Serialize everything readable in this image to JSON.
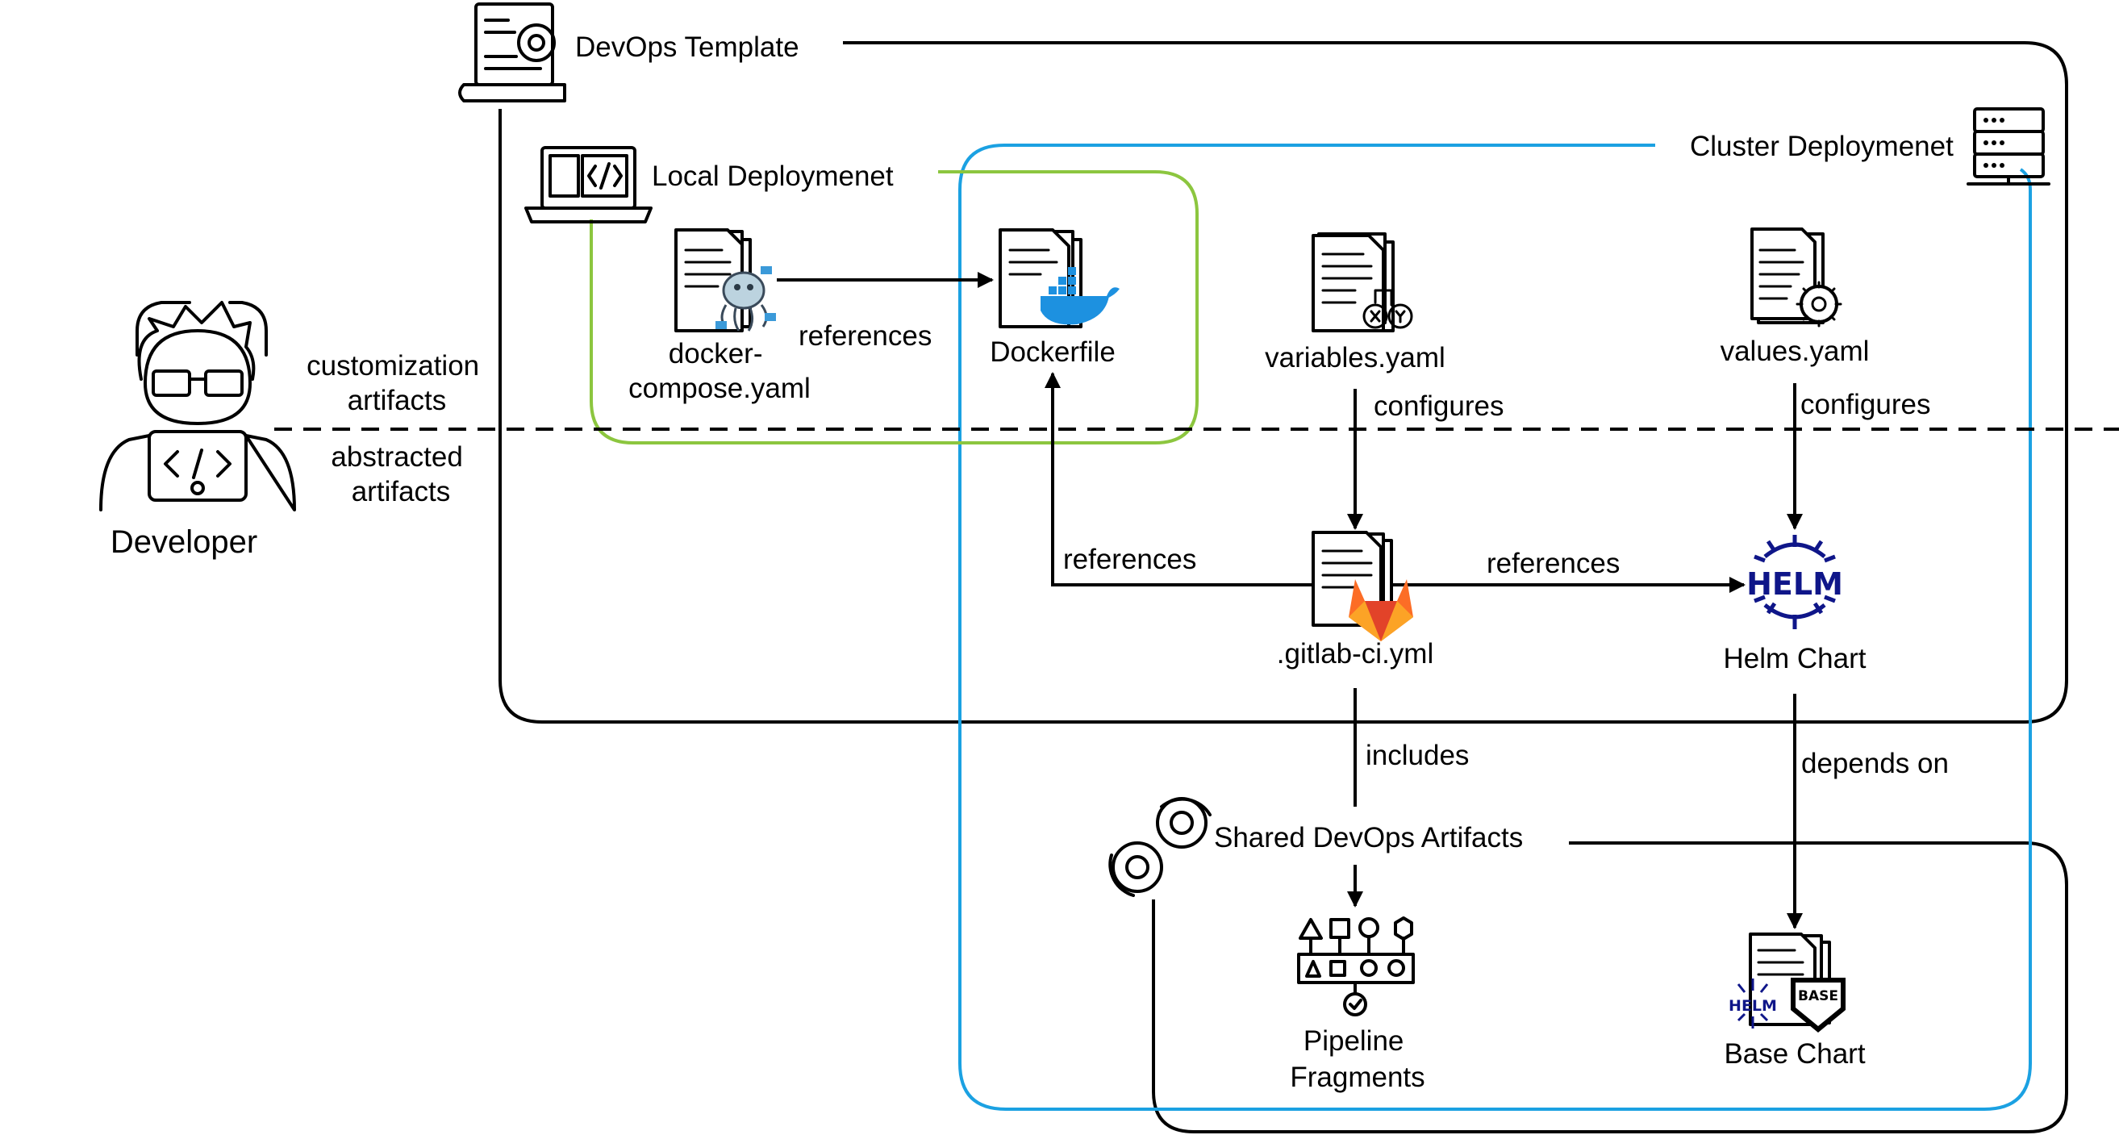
{
  "groups": {
    "devops_template": "DevOps Template",
    "local_deployment": "Local Deploymenet",
    "cluster_deployment": "Cluster Deploymenet",
    "shared_artifacts": "Shared DevOps Artifacts"
  },
  "actor": {
    "label": "Developer"
  },
  "layers": {
    "customization": [
      "customization",
      "artifacts"
    ],
    "abstracted": [
      "abstracted",
      "artifacts"
    ]
  },
  "nodes": {
    "docker_compose": [
      "docker-",
      "compose.yaml"
    ],
    "dockerfile": "Dockerfile",
    "variables": "variables.yaml",
    "values": "values.yaml",
    "gitlab_ci": ".gitlab-ci.yml",
    "helm_chart": "Helm Chart",
    "pipeline_fragments": [
      "Pipeline",
      "Fragments"
    ],
    "base_chart": "Base Chart"
  },
  "edges": {
    "compose_to_dockerfile": "references",
    "variables_to_gitlab": "configures",
    "values_to_helm": "configures",
    "gitlab_to_dockerfile": "references",
    "gitlab_to_helm": "references",
    "gitlab_to_pipeline": "includes",
    "helm_to_base": "depends on"
  },
  "icon_text": {
    "helm": "HELM",
    "base": "BASE"
  },
  "colors": {
    "local_group": "#8CC63F",
    "cluster_group": "#1BA1E2",
    "docker": "#1D91E0",
    "gitlab": "#FC6D26",
    "helm": "#0F1689"
  }
}
